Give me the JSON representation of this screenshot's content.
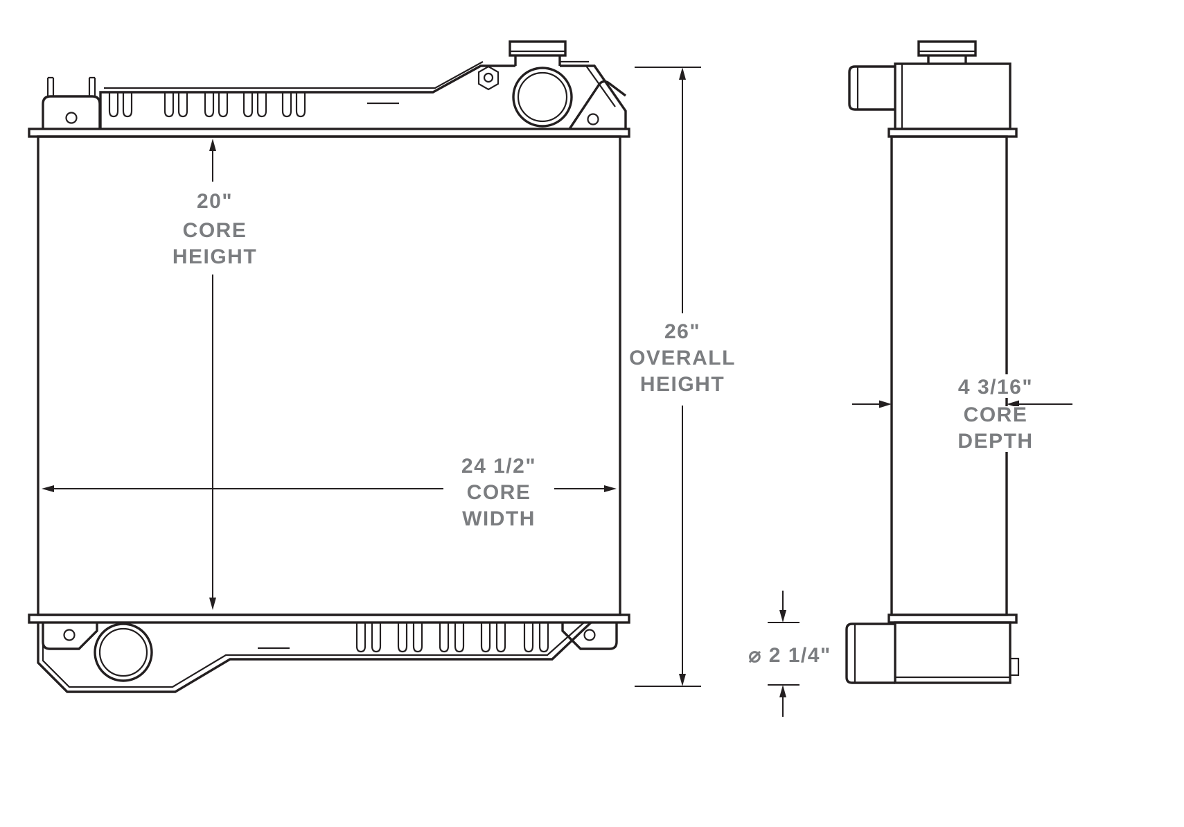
{
  "diagram": {
    "line_color": "#231f20",
    "label_color": "#7b7d80",
    "dimensions": {
      "core_height": {
        "value": "20\"",
        "label_line1": "CORE",
        "label_line2": "HEIGHT"
      },
      "overall_height": {
        "value": "26\"",
        "label_line1": "OVERALL",
        "label_line2": "HEIGHT"
      },
      "core_width": {
        "value": "24 1/2\"",
        "label_line1": "CORE",
        "label_line2": "WIDTH"
      },
      "core_depth": {
        "value": "4 3/16\"",
        "label_line1": "CORE",
        "label_line2": "DEPTH"
      },
      "outlet_diameter": {
        "value": "⌀ 2 1/4\""
      }
    }
  }
}
